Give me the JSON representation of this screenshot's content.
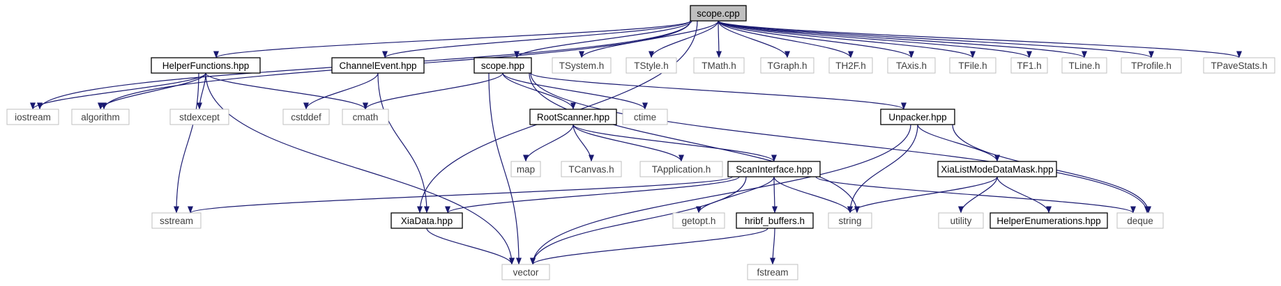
{
  "nodes": [
    {
      "id": "scope_cpp",
      "label": "scope.cpp",
      "kind": "root"
    },
    {
      "id": "helper_functions",
      "label": "HelperFunctions.hpp",
      "kind": "file"
    },
    {
      "id": "channel_event",
      "label": "ChannelEvent.hpp",
      "kind": "file"
    },
    {
      "id": "scope_hpp",
      "label": "scope.hpp",
      "kind": "file"
    },
    {
      "id": "tsystem",
      "label": "TSystem.h",
      "kind": "system"
    },
    {
      "id": "tstyle",
      "label": "TStyle.h",
      "kind": "system"
    },
    {
      "id": "tmath",
      "label": "TMath.h",
      "kind": "system"
    },
    {
      "id": "tgraph",
      "label": "TGraph.h",
      "kind": "system"
    },
    {
      "id": "th2f",
      "label": "TH2F.h",
      "kind": "system"
    },
    {
      "id": "taxis",
      "label": "TAxis.h",
      "kind": "system"
    },
    {
      "id": "tfile",
      "label": "TFile.h",
      "kind": "system"
    },
    {
      "id": "tf1",
      "label": "TF1.h",
      "kind": "system"
    },
    {
      "id": "tline",
      "label": "TLine.h",
      "kind": "system"
    },
    {
      "id": "tprofile",
      "label": "TProfile.h",
      "kind": "system"
    },
    {
      "id": "tpavestats",
      "label": "TPaveStats.h",
      "kind": "system"
    },
    {
      "id": "iostream",
      "label": "iostream",
      "kind": "system"
    },
    {
      "id": "algorithm",
      "label": "algorithm",
      "kind": "system"
    },
    {
      "id": "stdexcept",
      "label": "stdexcept",
      "kind": "system"
    },
    {
      "id": "cstddef",
      "label": "cstddef",
      "kind": "system"
    },
    {
      "id": "cmath",
      "label": "cmath",
      "kind": "system"
    },
    {
      "id": "root_scanner",
      "label": "RootScanner.hpp",
      "kind": "file"
    },
    {
      "id": "ctime",
      "label": "ctime",
      "kind": "system"
    },
    {
      "id": "unpacker",
      "label": "Unpacker.hpp",
      "kind": "file"
    },
    {
      "id": "map",
      "label": "map",
      "kind": "system"
    },
    {
      "id": "tcanvas",
      "label": "TCanvas.h",
      "kind": "system"
    },
    {
      "id": "tapplication",
      "label": "TApplication.h",
      "kind": "system"
    },
    {
      "id": "scan_interface",
      "label": "ScanInterface.hpp",
      "kind": "file"
    },
    {
      "id": "xia_mask",
      "label": "XiaListModeDataMask.hpp",
      "kind": "file"
    },
    {
      "id": "sstream",
      "label": "sstream",
      "kind": "system"
    },
    {
      "id": "xia_data",
      "label": "XiaData.hpp",
      "kind": "file"
    },
    {
      "id": "getopt",
      "label": "getopt.h",
      "kind": "system"
    },
    {
      "id": "hribf_buffers",
      "label": "hribf_buffers.h",
      "kind": "file"
    },
    {
      "id": "string",
      "label": "string",
      "kind": "system"
    },
    {
      "id": "utility",
      "label": "utility",
      "kind": "system"
    },
    {
      "id": "helper_enums",
      "label": "HelperEnumerations.hpp",
      "kind": "file"
    },
    {
      "id": "deque",
      "label": "deque",
      "kind": "system"
    },
    {
      "id": "vector",
      "label": "vector",
      "kind": "system"
    },
    {
      "id": "fstream",
      "label": "fstream",
      "kind": "system"
    }
  ],
  "edges": [
    [
      "scope_cpp",
      "helper_functions"
    ],
    [
      "scope_cpp",
      "channel_event"
    ],
    [
      "scope_cpp",
      "scope_hpp"
    ],
    [
      "scope_cpp",
      "tsystem"
    ],
    [
      "scope_cpp",
      "tstyle"
    ],
    [
      "scope_cpp",
      "tmath"
    ],
    [
      "scope_cpp",
      "tgraph"
    ],
    [
      "scope_cpp",
      "th2f"
    ],
    [
      "scope_cpp",
      "taxis"
    ],
    [
      "scope_cpp",
      "tfile"
    ],
    [
      "scope_cpp",
      "tf1"
    ],
    [
      "scope_cpp",
      "tline"
    ],
    [
      "scope_cpp",
      "tprofile"
    ],
    [
      "scope_cpp",
      "tpavestats"
    ],
    [
      "scope_cpp",
      "iostream"
    ],
    [
      "scope_cpp",
      "algorithm"
    ],
    [
      "scope_cpp",
      "xia_data"
    ],
    [
      "helper_functions",
      "iostream"
    ],
    [
      "helper_functions",
      "algorithm"
    ],
    [
      "helper_functions",
      "stdexcept"
    ],
    [
      "helper_functions",
      "cmath"
    ],
    [
      "helper_functions",
      "sstream"
    ],
    [
      "helper_functions",
      "vector"
    ],
    [
      "channel_event",
      "cstddef"
    ],
    [
      "channel_event",
      "xia_data"
    ],
    [
      "scope_hpp",
      "cmath"
    ],
    [
      "scope_hpp",
      "root_scanner"
    ],
    [
      "scope_hpp",
      "ctime"
    ],
    [
      "scope_hpp",
      "unpacker"
    ],
    [
      "scope_hpp",
      "string"
    ],
    [
      "scope_hpp",
      "deque"
    ],
    [
      "scope_hpp",
      "vector"
    ],
    [
      "root_scanner",
      "map"
    ],
    [
      "root_scanner",
      "tcanvas"
    ],
    [
      "root_scanner",
      "tapplication"
    ],
    [
      "root_scanner",
      "scan_interface"
    ],
    [
      "unpacker",
      "xia_mask"
    ],
    [
      "unpacker",
      "string"
    ],
    [
      "unpacker",
      "deque"
    ],
    [
      "unpacker",
      "vector"
    ],
    [
      "scan_interface",
      "sstream"
    ],
    [
      "scan_interface",
      "xia_data"
    ],
    [
      "scan_interface",
      "getopt"
    ],
    [
      "scan_interface",
      "hribf_buffers"
    ],
    [
      "scan_interface",
      "string"
    ],
    [
      "scan_interface",
      "deque"
    ],
    [
      "scan_interface",
      "vector"
    ],
    [
      "xia_mask",
      "string"
    ],
    [
      "xia_mask",
      "utility"
    ],
    [
      "xia_mask",
      "helper_enums"
    ],
    [
      "xia_data",
      "vector"
    ],
    [
      "hribf_buffers",
      "vector"
    ],
    [
      "hribf_buffers",
      "fstream"
    ]
  ],
  "colors": {
    "edge": "#191970",
    "root_fill": "#bfbfbf",
    "file_border": "#000000",
    "system_border": "#bfbfbf",
    "system_text": "#404040"
  }
}
